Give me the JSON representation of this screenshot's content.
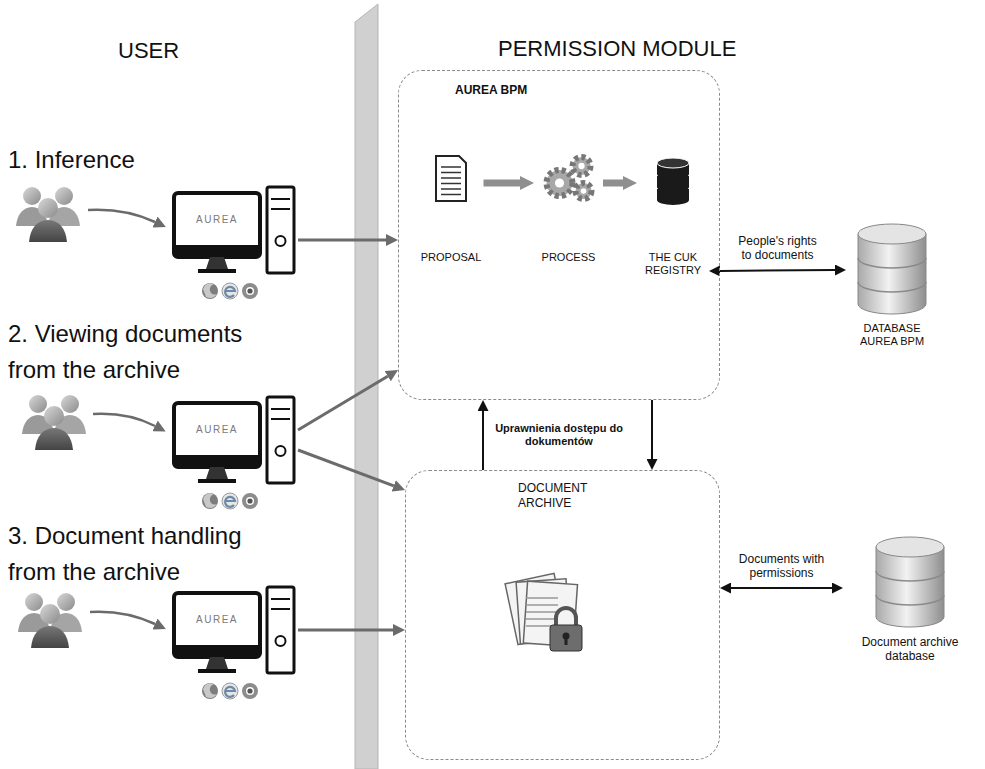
{
  "diagram": {
    "nodes": [
      {
        "text": [
          "AUREA"
        ]
      },
      {
        "text": [
          "AUREA"
        ]
      },
      {
        "text": [
          "AUREA"
        ]
      },
      {
        "text": [
          "AUREA BPM"
        ]
      },
      {
        "text": [
          "PROPOSAL"
        ],
        "in": 3
      },
      {
        "text": [
          "PROCESS"
        ],
        "in": 3
      },
      {
        "text": [
          "THE CUK REGISTRY"
        ],
        "in": 3
      },
      {
        "text": [
          "DOCUMENT ARCHIVE"
        ]
      },
      {
        "text": [
          "DATABASE AUREA BPM"
        ]
      },
      {
        "text": [
          "Document archive database"
        ]
      }
    ],
    "edges": [
      {
        "from": 0,
        "to": 3,
        "arrow": "to"
      },
      {
        "from": 1,
        "to": 3,
        "arrow": "to"
      },
      {
        "from": 1,
        "to": 7,
        "arrow": "to"
      },
      {
        "from": 2,
        "to": 7,
        "arrow": "to"
      },
      {
        "from": 4,
        "to": 5,
        "arrow": "to"
      },
      {
        "from": 5,
        "to": 6,
        "arrow": "to"
      },
      {
        "from": 6,
        "to": 8,
        "label": "People's rights to documents",
        "arrow": "both"
      },
      {
        "from": 7,
        "to": 9,
        "label": "Documents with permissions",
        "arrow": "both"
      },
      {
        "from": 7,
        "to": 3,
        "label": "Uprawnienia dostępu do dokumentów",
        "arrow": "to"
      },
      {
        "from": 3,
        "to": 7,
        "arrow": "to"
      }
    ],
    "labels": [
      "USER",
      "PERMISSION MODULE",
      "1. Inference",
      "2. Viewing documents from the archive",
      "3. Document handling from the archive"
    ]
  }
}
